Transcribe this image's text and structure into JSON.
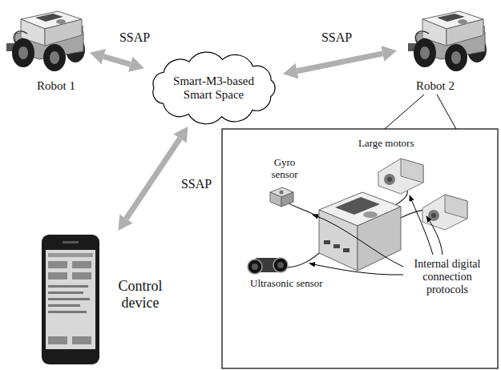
{
  "diagram": {
    "nodes": [
      {
        "text": [
          "Robot 1"
        ]
      },
      {
        "text": [
          "Smart-M3-based Smart Space"
        ]
      },
      {
        "text": [
          "Robot 2"
        ]
      },
      {
        "text": [
          "Control device"
        ]
      }
    ],
    "edges": [
      {
        "from": 0,
        "to": 1,
        "arrow": "both",
        "label": "SSAP"
      },
      {
        "from": 1,
        "to": 2,
        "arrow": "both",
        "label": "SSAP"
      },
      {
        "from": 3,
        "to": 1,
        "arrow": "both",
        "label": "SSAP"
      }
    ],
    "labels": [
      "Large motors",
      "Gyro sensor",
      "Ultrasonic sensor",
      "Internal digital connection protocols"
    ]
  }
}
